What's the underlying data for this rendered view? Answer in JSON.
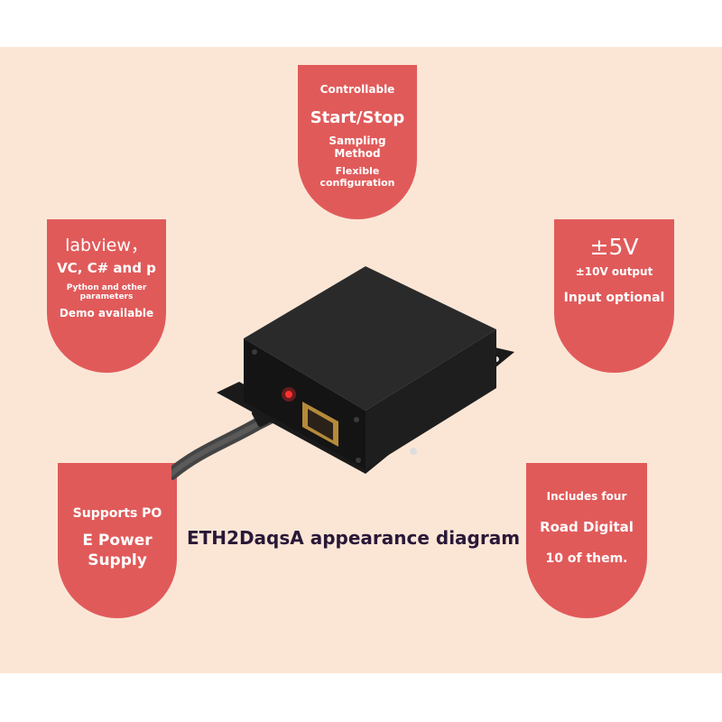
{
  "caption": "ETH2DaqsA appearance diagram",
  "colors": {
    "background": "#fbe6d6",
    "badge": "#e15a5a",
    "caption": "#2a1838"
  },
  "badges": {
    "top": {
      "lines": [
        "Controllable",
        "Start/Stop",
        "Sampling",
        "Method",
        "Flexible",
        "configuration"
      ]
    },
    "left": {
      "lines": [
        "labview，",
        "VC, C# and p",
        "Python and other",
        "parameters",
        "Demo available"
      ]
    },
    "right": {
      "lines": [
        "±5V",
        "±10V output",
        "Input optional"
      ]
    },
    "bottom_left": {
      "lines": [
        "Supports PO",
        "E Power",
        "Supply"
      ]
    },
    "bottom_right": {
      "lines": [
        "Includes four",
        "Road Digital",
        "10 of them."
      ]
    }
  },
  "device": {
    "icon": "daq-device-image"
  }
}
